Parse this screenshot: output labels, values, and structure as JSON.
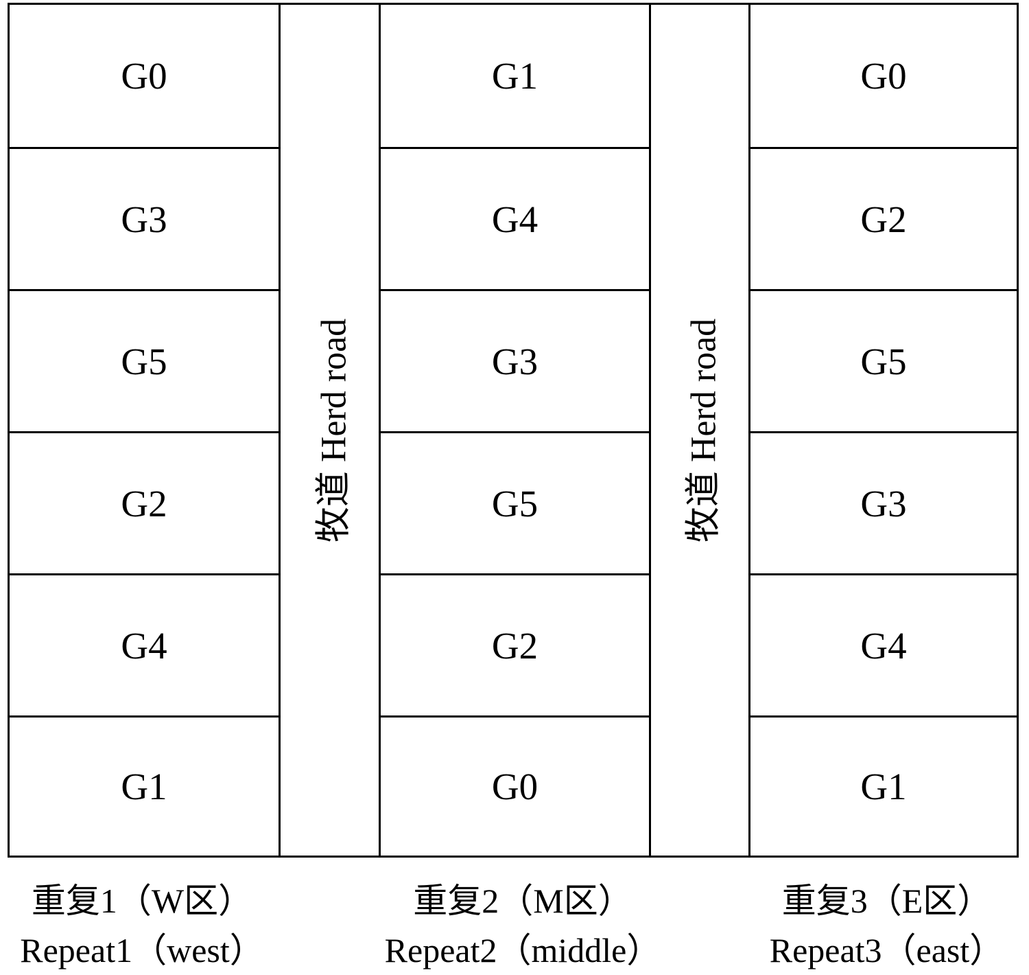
{
  "columns": [
    {
      "plots": [
        "G0",
        "G3",
        "G5",
        "G2",
        "G4",
        "G1"
      ],
      "caption_zh": "重复1（W区）",
      "caption_en": "Repeat1（west）"
    },
    {
      "plots": [
        "G1",
        "G4",
        "G3",
        "G5",
        "G2",
        "G0"
      ],
      "caption_zh": "重复2（M区）",
      "caption_en": "Repeat2（middle）"
    },
    {
      "plots": [
        "G0",
        "G2",
        "G5",
        "G3",
        "G4",
        "G1"
      ],
      "caption_zh": "重复3（E区）",
      "caption_en": "Repeat3（east）"
    }
  ],
  "roads": [
    "牧道 Herd road",
    "牧道 Herd road"
  ]
}
